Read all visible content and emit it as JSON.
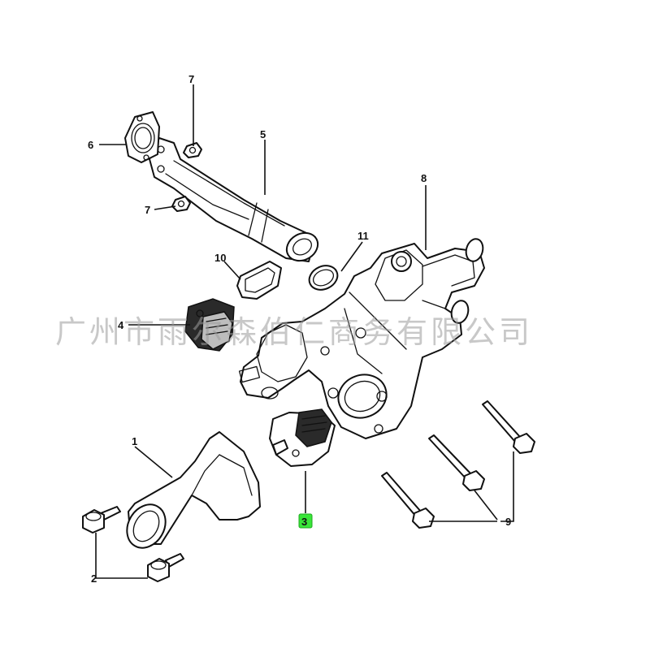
{
  "callouts": {
    "c1": "1",
    "c2": "2",
    "c3": "3",
    "c4": "4",
    "c5": "5",
    "c6": "6",
    "c7a": "7",
    "c7b": "7",
    "c8": "8",
    "c9": "9",
    "c10": "10",
    "c11": "11"
  },
  "highlight_color": "#39e639",
  "watermark": "广州市雨尔森伯仁商务有限公司"
}
